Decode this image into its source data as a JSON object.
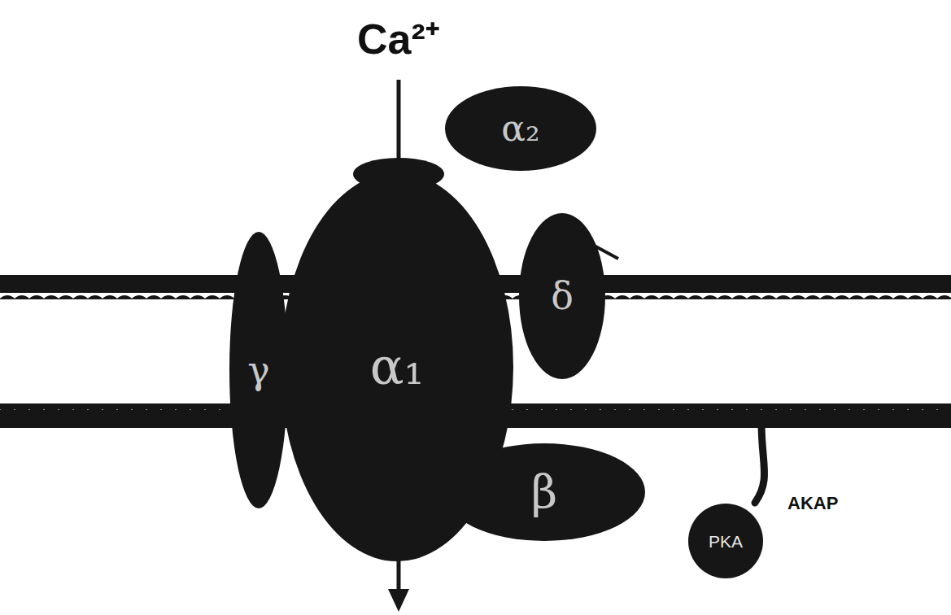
{
  "diagram": {
    "nodes": [
      {
        "text": [
          "α₂"
        ]
      },
      {
        "text": [
          "γ"
        ]
      },
      {
        "text": [
          "α₁"
        ]
      },
      {
        "text": [
          "δ"
        ]
      },
      {
        "text": [
          "β"
        ]
      },
      {
        "text": [
          "PKA"
        ]
      }
    ],
    "labels": [
      "Ca²⁺",
      "AKAP"
    ]
  }
}
